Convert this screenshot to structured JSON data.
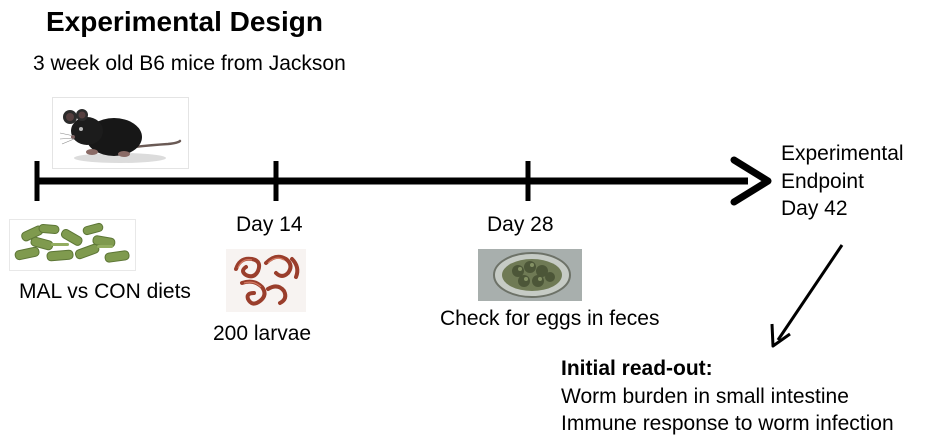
{
  "title": "Experimental Design",
  "subtitle": "3 week old B6 mice from Jackson",
  "milestones": {
    "diet": {
      "label": "MAL vs CON diets",
      "image": "diet-pellets-image"
    },
    "day14": {
      "day": "Day 14",
      "label": "200 larvae",
      "image": "larvae-image"
    },
    "day28": {
      "day": "Day 28",
      "label": "Check for eggs in feces",
      "image": "egg-micrograph-image"
    }
  },
  "endpoint": {
    "line1": "Experimental",
    "line2": "Endpoint",
    "line3": "Day 42"
  },
  "readout": {
    "heading": "Initial read-out:",
    "items": [
      "Worm burden in small intestine",
      "Immune response to worm infection"
    ]
  },
  "mouse_image": "mouse-image",
  "colors": {
    "text": "#000000",
    "timeline": "#000000"
  }
}
